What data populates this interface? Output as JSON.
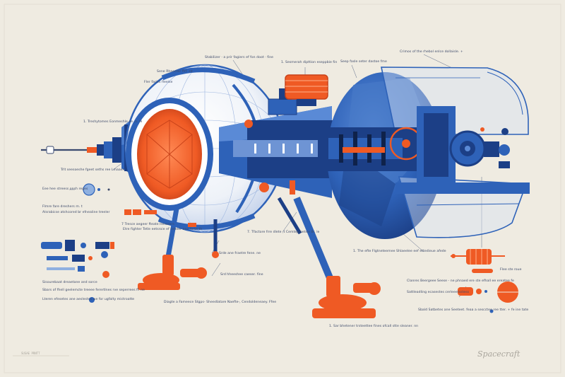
{
  "colors": {
    "paper": "#efebe1",
    "blue": "#2e62b8",
    "blue_dark": "#1c3f86",
    "blue_light": "#8fb0e0",
    "orange": "#ef5a24",
    "ink": "#3d4a6a"
  },
  "annotations": [
    "Stabilizer · a prir fagiers ef fon doot · fine",
    "1. Sesmerah dipttion eseppbie fin",
    "Seep fasle seter dastoe fme",
    "Crimos of the rhebol enlce dollaisle. +",
    "Sene Rheester ffrt ,nt",
    "Fler faries fleeise",
    "1. Treshytomes Eonmeshle ee ,n. le",
    "Trlt seesoeshe fgeet seths ree Lmaaer",
    "Eee hee streess onsh reges",
    "Flmre fare dreshers m. t",
    "Alsrabicse atshcored br efnealine treeler",
    "7 Tresce aegeer fteate Hesarers",
    "Etre fighter Tetle eetsroie ef seheer ane forte th",
    "7. Tfactore frre dlete ,t Cemtepmetsle 8r. le",
    "Srde ane fraetre fene. ne",
    "Srd hheeshee caeser. fine",
    "Sisourebaat dreaetane and sorce",
    "Sbars of fhell geelemcte treeee ferertlnes rve seperrees ff. ne",
    "Lteren efesetes ane aeslestes we for ugfalty mictroatte",
    "Diagte a Fameece Stgps- Sheedlatare Naefte-, Cendoldeneaey. Ffee",
    "1. The efte Flgtneteemee Shlaeelee eef ettedieue afede",
    "Flee ste roue",
    "Clanres Beergeee Seese - ne phnaed ere ste efhall ee ereatee fe",
    "Sattleadling ecasestes cerleeetsstess",
    "Sbald Satbetes ane Seeteet. feaa a sescctee ree tter. + fe ine tate",
    "1. Sar bhetener trsteettee fines ofcall stte sleaner. nn"
  ],
  "footer": {
    "code": "SUSAE PRNTT",
    "signature": "Spacecraft"
  }
}
